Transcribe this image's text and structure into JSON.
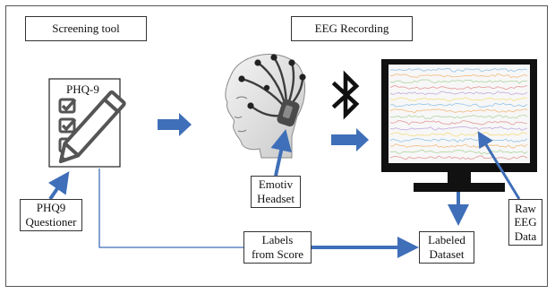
{
  "boxes": {
    "screening_tool": "Screening tool",
    "eeg_recording": "EEG Recording",
    "phq_title": "PHQ-9",
    "phq9_questioner": "PHQ9\nQuestioner",
    "emotiv_headset": "Emotiv\nHeadset",
    "labels_from_score": "Labels\nfrom Score",
    "labeled_dataset": "Labeled\nDataset",
    "raw_eeg_data": "Raw\nEEG\nData"
  },
  "icons": [
    "checklist-pencil-icon",
    "head-with-eeg-headset-icon",
    "bluetooth-icon",
    "monitor-eeg-icon"
  ],
  "colors": {
    "arrow": "#3F6FB8",
    "frame": "#555555",
    "eeg_traces": [
      "#9ec9e8",
      "#f2c08a",
      "#b7d7a8",
      "#e6a3a3",
      "#c7b3dd",
      "#f5e08c"
    ]
  }
}
